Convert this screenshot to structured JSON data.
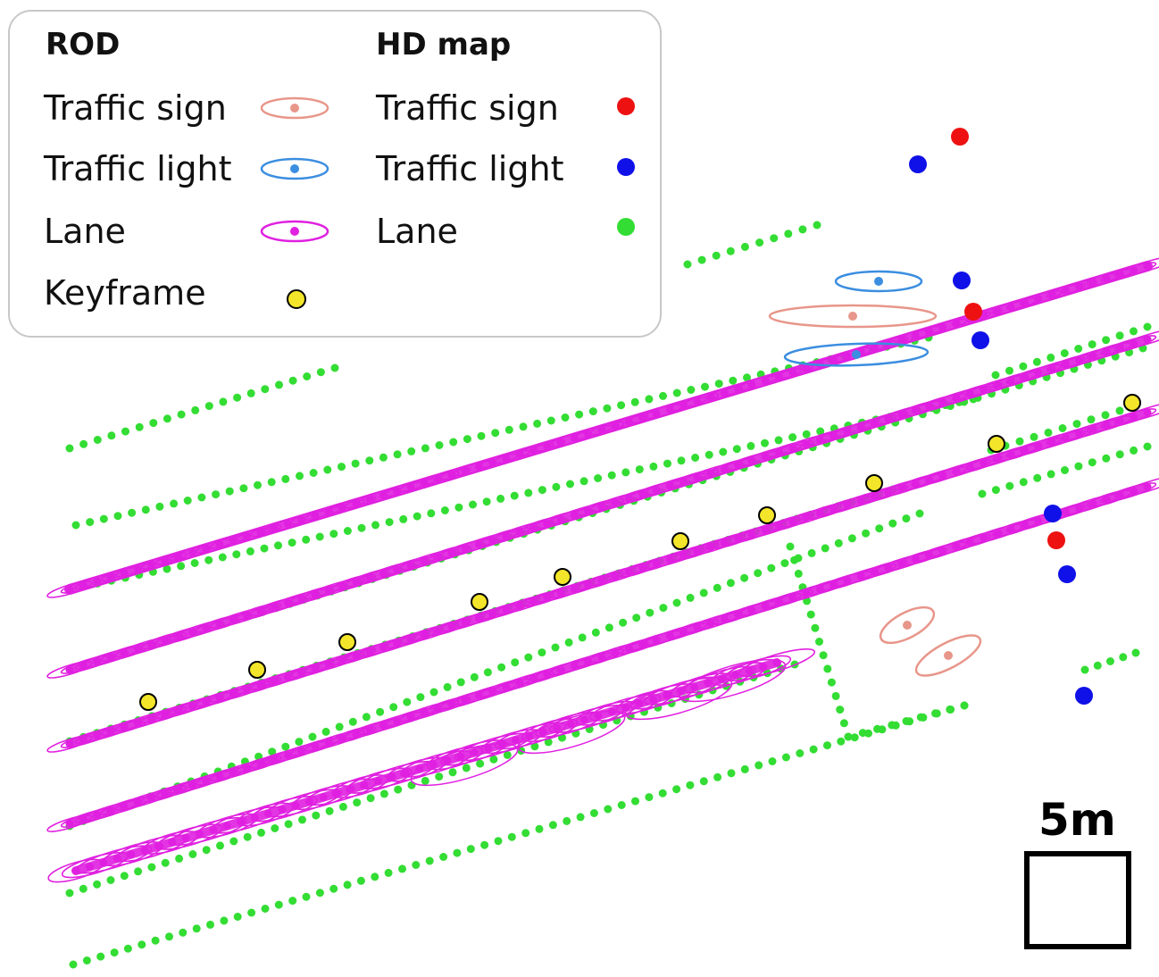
{
  "legend": {
    "rod_header": "ROD",
    "hdmap_header": "HD map",
    "rod_items": [
      {
        "label": "Traffic sign",
        "color": "#e8968a",
        "symbol": "ellipse-with-dot"
      },
      {
        "label": "Traffic light",
        "color": "#3b8ee0",
        "symbol": "ellipse-with-dot"
      },
      {
        "label": "Lane",
        "color": "#e020e0",
        "symbol": "ellipse-with-dot"
      },
      {
        "label": "Keyframe",
        "color": "#f3e52a",
        "symbol": "circle-outlined"
      }
    ],
    "hdmap_items": [
      {
        "label": "Traffic sign",
        "color": "#ee1111"
      },
      {
        "label": "Traffic light",
        "color": "#1010e8"
      },
      {
        "label": "Lane",
        "color": "#33dd33"
      }
    ]
  },
  "scale_bar": {
    "label": "5m"
  },
  "colors": {
    "hd_lane": "#33dd33",
    "rod_lane": "#e020e0",
    "rod_sign": "#e8968a",
    "rod_light": "#3b8ee0",
    "hd_sign": "#ee1111",
    "hd_light": "#1010e8",
    "keyframe_fill": "#f3e52a"
  }
}
